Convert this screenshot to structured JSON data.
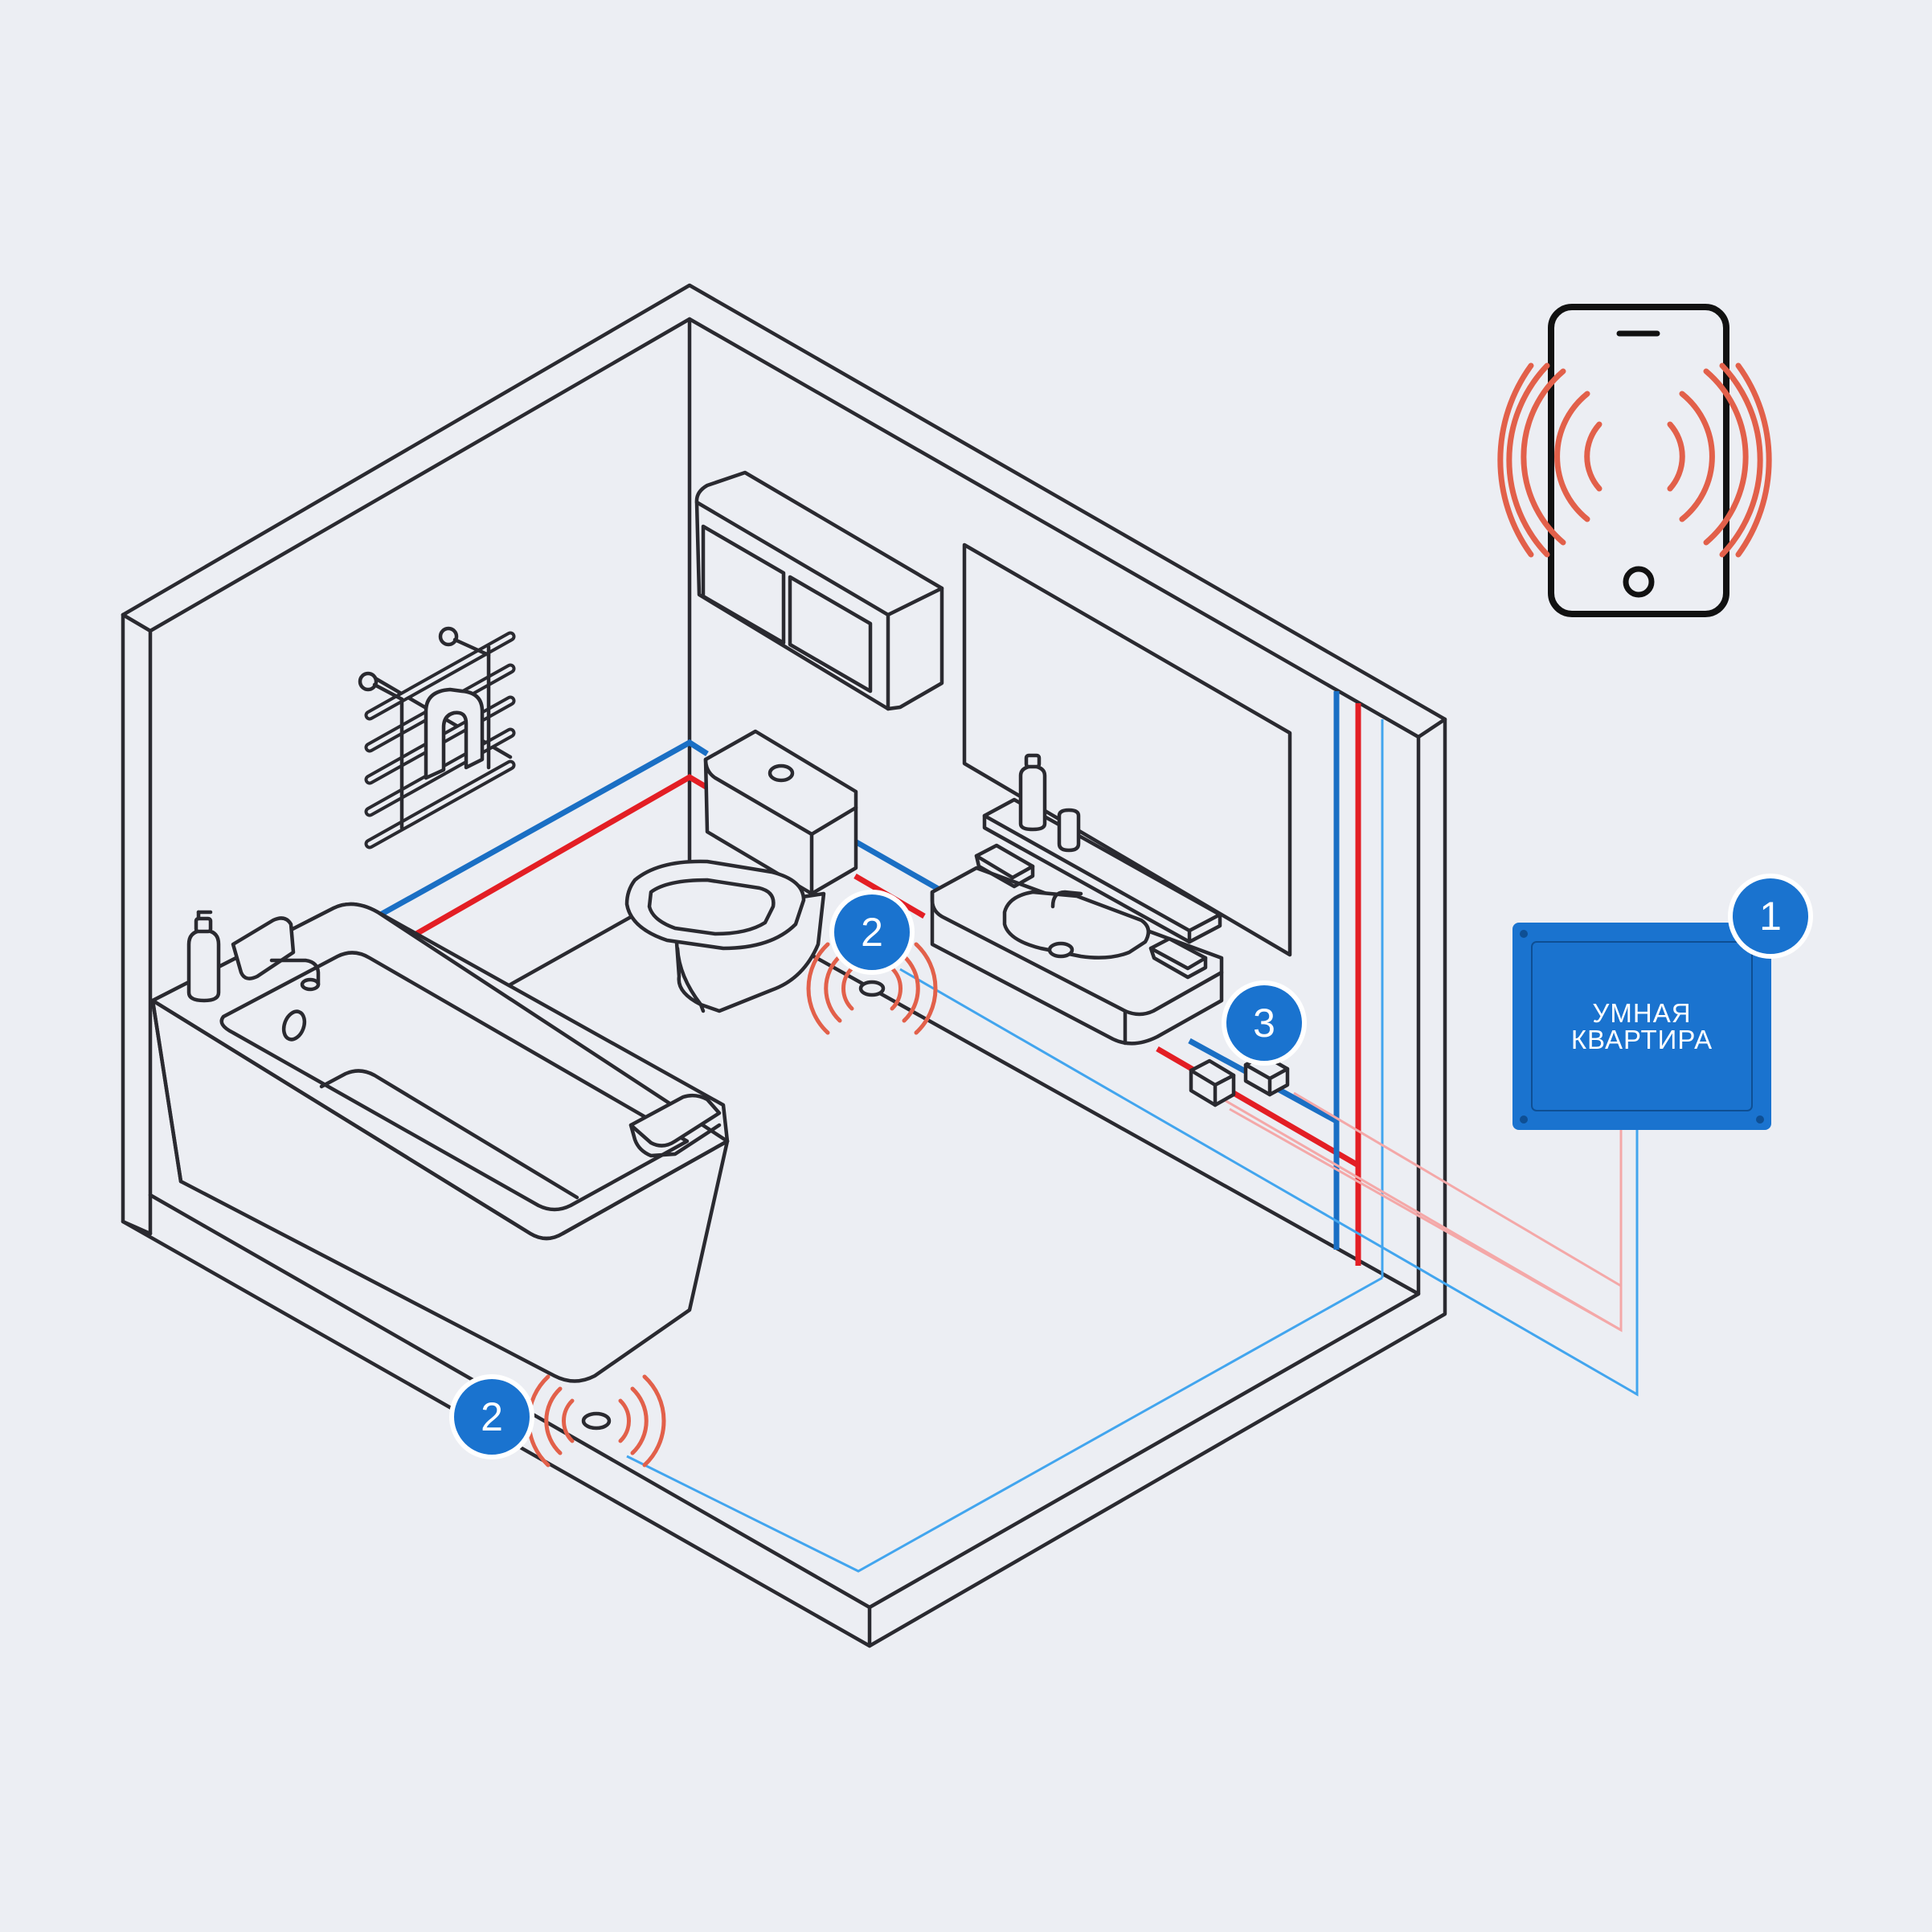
{
  "controller": {
    "label_line1": "УМНАЯ",
    "label_line2": "КВАРТИРА"
  },
  "badges": [
    {
      "id": "controller",
      "number": "1"
    },
    {
      "id": "leak-sensor-toilet",
      "number": "2"
    },
    {
      "id": "leak-sensor-bath",
      "number": "2"
    },
    {
      "id": "valves",
      "number": "3"
    }
  ],
  "colors": {
    "background": "#eceef3",
    "outline": "#2a2a30",
    "cold_pipe": "#1a6fc4",
    "hot_pipe": "#e31e24",
    "signal_wire_blue": "#42a5ee",
    "signal_wire_red": "#f4a8a8",
    "badge": "#1a73cf",
    "controller_fill": "#1a73cf",
    "waves": "#e2604a"
  },
  "icons": [
    "smartphone-icon",
    "signal-waves-icon",
    "towel-rail-icon",
    "bathtub-icon",
    "toilet-icon",
    "sink-icon",
    "wall-cabinet-icon",
    "mirror-icon",
    "soap-bottle-icon",
    "shut-off-valve-icon",
    "leak-sensor-icon"
  ]
}
